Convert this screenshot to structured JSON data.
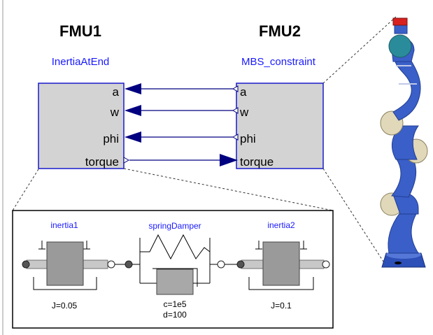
{
  "fmu1": {
    "title": "FMU1",
    "class_name": "InertiaAtEnd",
    "ports": [
      "a",
      "w",
      "phi",
      "torque"
    ]
  },
  "fmu2": {
    "title": "FMU2",
    "class_name": "MBS_constraint",
    "ports": [
      "a",
      "w",
      "phi",
      "torque"
    ]
  },
  "detail": {
    "inertia1": {
      "name": "inertia1",
      "param": "J=0.05"
    },
    "spring_damper": {
      "name": "springDamper",
      "param1": "c=1e5",
      "param2": "d=100"
    },
    "inertia2": {
      "name": "inertia2",
      "param": "J=0.1"
    }
  },
  "colors": {
    "component_name": "#1a1aff",
    "box_fill": "#d3d3d3",
    "box_border": "#1a1acc",
    "signal": "#000080",
    "text": "#000000",
    "robot_blue": "#3a5fc8",
    "robot_joint": "#e0d8b8"
  }
}
